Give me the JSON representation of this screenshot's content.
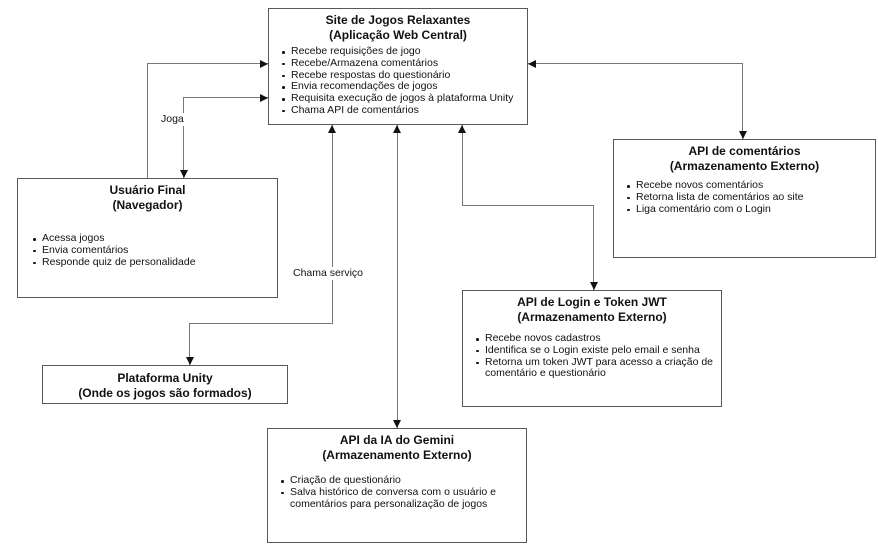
{
  "diagram": {
    "background": "#ffffff",
    "border_color": "#585858",
    "line_color": "#777777",
    "arrow_color": "#111111",
    "text_color": "#111111"
  },
  "nodes": {
    "site": {
      "title": "Site de Jogos Relaxantes",
      "subtitle": "(Aplicação Web Central)",
      "bullets": [
        "Recebe requisições de jogo",
        "Recebe/Armazena comentários",
        "Recebe respostas do questionário",
        "Envia recomendações de jogos",
        "Requisita execução de jogos à plataforma Unity",
        "Chama API de comentários"
      ]
    },
    "comments": {
      "title": "API de comentários",
      "subtitle": "(Armazenamento Externo)",
      "bullets": [
        "Recebe novos comentários",
        "Retorna lista de comentários ao site",
        "Liga comentário com o Login"
      ]
    },
    "login": {
      "title": "API de Login e Token JWT",
      "subtitle": "(Armazenamento Externo)",
      "bullets": [
        "Recebe novos cadastros",
        "Identifica se o Login existe pelo email e senha",
        "Retorna um token JWT para acesso a criação de comentário e questionário"
      ]
    },
    "user": {
      "title": "Usuário Final",
      "subtitle": "(Navegador)",
      "bullets": [
        "Acessa jogos",
        "Envia comentários",
        "Responde quiz de personalidade"
      ]
    },
    "unity": {
      "title": "Plataforma Unity",
      "subtitle": "(Onde os jogos são formados)",
      "bullets": []
    },
    "gemini": {
      "title": "API da IA do Gemini",
      "subtitle": "(Armazenamento Externo)",
      "bullets": [
        "Criação de questionário",
        "Salva histórico de conversa com o usuário e comentários para personalização de jogos"
      ]
    }
  },
  "edge_labels": {
    "joga": "Joga",
    "chama_servico": "Chama serviço"
  },
  "edges": [
    {
      "from": "user",
      "to": "site",
      "label": "",
      "arrows": "to"
    },
    {
      "from": "site",
      "to": "user",
      "label": "Joga",
      "arrows": "both"
    },
    {
      "from": "site",
      "to": "comments",
      "label": "",
      "arrows": "both"
    },
    {
      "from": "site",
      "to": "login",
      "label": "",
      "arrows": "both"
    },
    {
      "from": "site",
      "to": "gemini",
      "label": "",
      "arrows": "both"
    },
    {
      "from": "site",
      "to": "unity",
      "label": "Chama serviço",
      "arrows": "both"
    }
  ]
}
